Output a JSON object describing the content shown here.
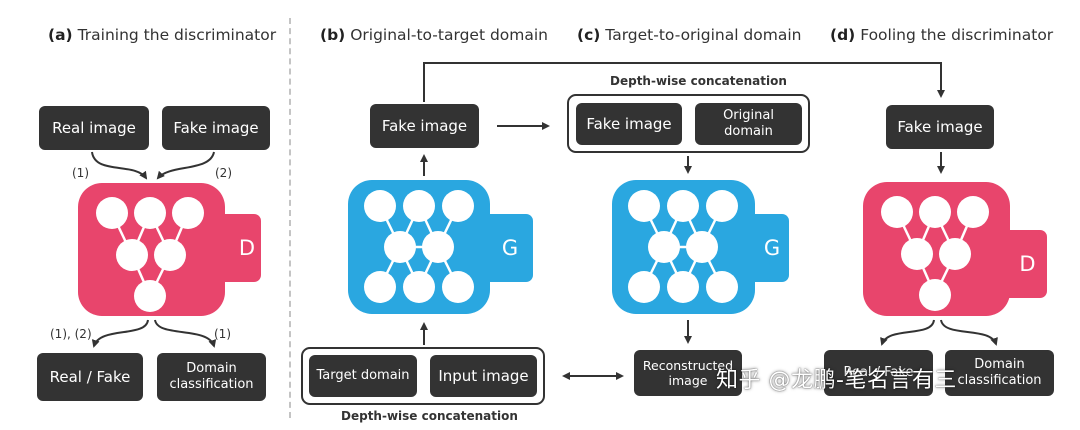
{
  "colors": {
    "discriminator": "#e8456c",
    "generator": "#2aa7e0",
    "box": "#333333",
    "divider": "#c4c4c4"
  },
  "panels": {
    "a": {
      "letter": "(a)",
      "title": "Training the discriminator",
      "real_image": "Real image",
      "fake_image": "Fake image",
      "label_1": "(1)",
      "label_2": "(2)",
      "net_letter": "D",
      "label_out_left": "(1), (2)",
      "label_out_right": "(1)",
      "real_fake": "Real / Fake",
      "domain_classification": "Domain classification"
    },
    "b": {
      "letter": "(b)",
      "title": "Original-to-target domain",
      "fake_image": "Fake image",
      "net_letter": "G",
      "target_domain": "Target domain",
      "input_image": "Input image",
      "concat_caption": "Depth-wise concatenation"
    },
    "c": {
      "letter": "(c)",
      "title": "Target-to-original domain",
      "concat_caption": "Depth-wise concatenation",
      "fake_image": "Fake image",
      "original_domain": "Original domain",
      "net_letter": "G",
      "reconstructed_image": "Reconstructed image"
    },
    "d": {
      "letter": "(d)",
      "title": "Fooling the discriminator",
      "fake_image": "Fake image",
      "net_letter": "D",
      "real_fake": "Real / Fake",
      "domain_classification": "Domain classification"
    }
  },
  "watermark": "知乎 @龙鹏-笔名言有三"
}
